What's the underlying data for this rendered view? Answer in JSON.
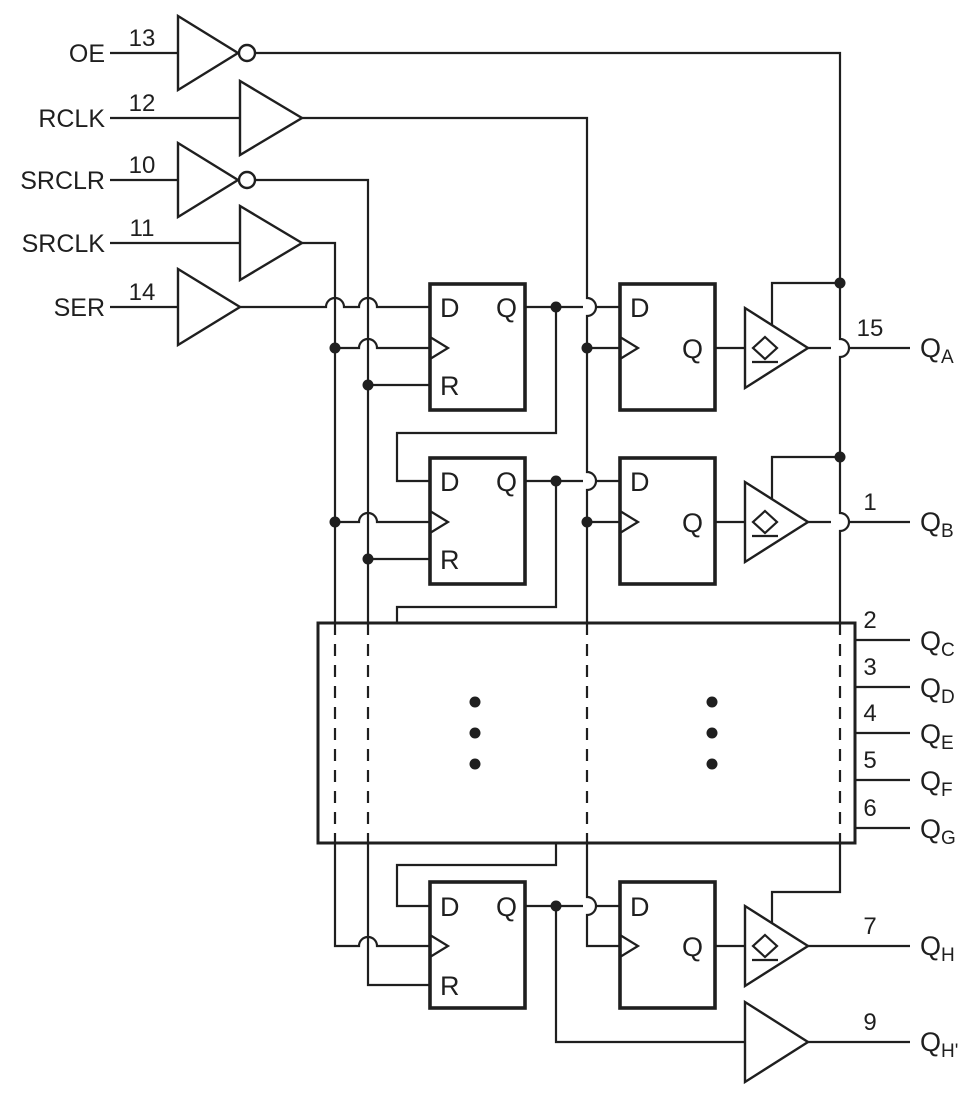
{
  "colors": {
    "ink": "#1f1f1f",
    "background": "#ffffff"
  },
  "icons": {
    "three_state_output": "diamond-underline",
    "clock_input": "triangle-wedge",
    "inverter_output": "bubble"
  },
  "inputs": [
    {
      "name": "OE",
      "pin": "13"
    },
    {
      "name": "RCLK",
      "pin": "12"
    },
    {
      "name": "SRCLR",
      "pin": "10"
    },
    {
      "name": "SRCLK",
      "pin": "11"
    },
    {
      "name": "SER",
      "pin": "14"
    }
  ],
  "ff": {
    "d": "D",
    "q": "Q",
    "r": "R"
  },
  "outputs": [
    {
      "base": "Q",
      "sub": "A",
      "pin": "15"
    },
    {
      "base": "Q",
      "sub": "B",
      "pin": "1"
    },
    {
      "base": "Q",
      "sub": "C",
      "pin": "2"
    },
    {
      "base": "Q",
      "sub": "D",
      "pin": "3"
    },
    {
      "base": "Q",
      "sub": "E",
      "pin": "4"
    },
    {
      "base": "Q",
      "sub": "F",
      "pin": "5"
    },
    {
      "base": "Q",
      "sub": "G",
      "pin": "6"
    },
    {
      "base": "Q",
      "sub": "H",
      "pin": "7"
    },
    {
      "base": "Q",
      "sub": "H'",
      "pin": "9"
    }
  ]
}
